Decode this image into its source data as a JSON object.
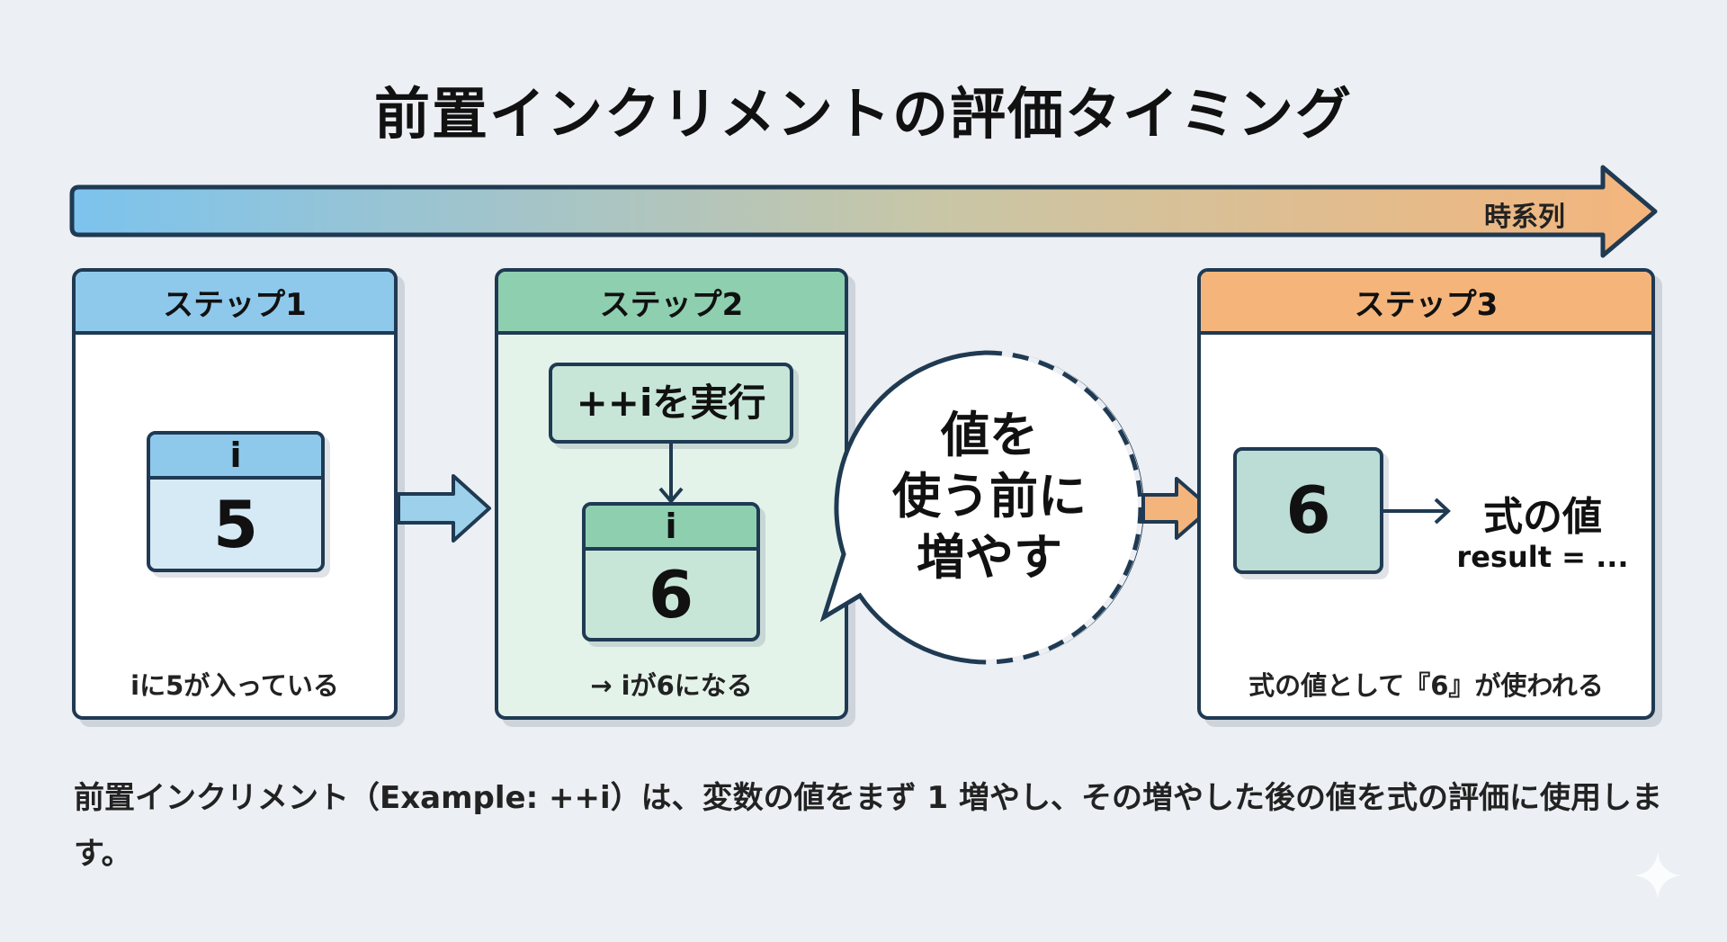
{
  "title": "前置インクリメントの評価タイミング",
  "timeline": {
    "label": "時系列"
  },
  "steps": [
    {
      "header": "ステップ1",
      "var_name": "i",
      "var_value": "5",
      "caption": "iに5が入っている"
    },
    {
      "header": "ステップ2",
      "action": "++iを実行",
      "var_name": "i",
      "var_value": "6",
      "caption": "→ iが6になる"
    },
    {
      "header": "ステップ3",
      "value": "6",
      "expr_label": "式の値",
      "expr_code": "result = ...",
      "caption": "式の値として『6』が使われる"
    }
  ],
  "bubble": {
    "lines": [
      "値を",
      "使う前に",
      "増やす"
    ]
  },
  "description": "前置インクリメント（Example: ++i）は、変数の値をまず 1 増やし、その増やした後の値を式の評価に使用します。",
  "colors": {
    "blue": "#8ec9ec",
    "green": "#8ecfb0",
    "orange": "#f5b57a",
    "stroke": "#1f3a52",
    "bg": "#eceff3"
  }
}
